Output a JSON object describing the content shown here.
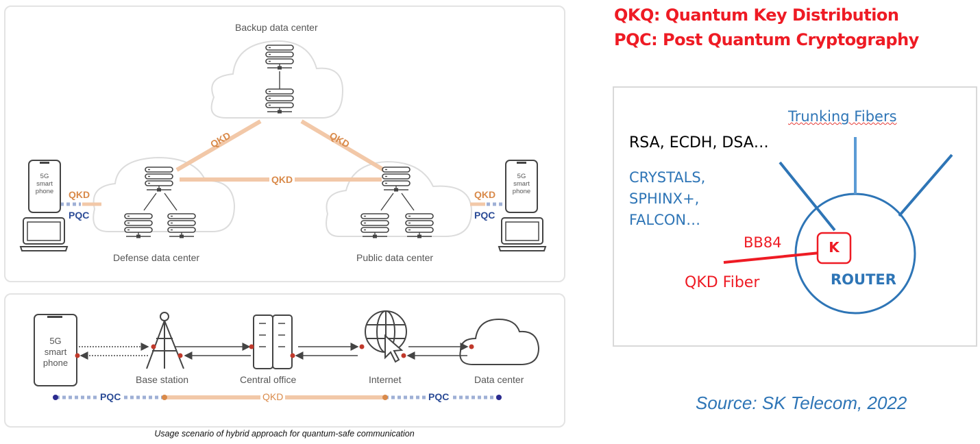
{
  "legend": {
    "line1": "QKQ: Quantum Key Distribution",
    "line2": "PQC: Post Quantum Cryptography"
  },
  "top_diagram": {
    "backup_label": "Backup data center",
    "defense_label": "Defense data center",
    "public_label": "Public data center",
    "link_labels": [
      "QKD",
      "QKD",
      "QKD"
    ],
    "left_device": {
      "phone_text": [
        "5G",
        "smart",
        "phone"
      ],
      "qkd": "QKD",
      "pqc": "PQC"
    },
    "right_device": {
      "phone_text": [
        "5G",
        "smart",
        "phone"
      ],
      "qkd": "QKD",
      "pqc": "PQC"
    }
  },
  "bottom_diagram": {
    "phone_text": [
      "5G",
      "smart",
      "phone"
    ],
    "nodes": [
      "Base station",
      "Central office",
      "Internet",
      "Data center"
    ],
    "segments": [
      "PQC",
      "QKD",
      "PQC"
    ]
  },
  "caption": "Usage scenario of hybrid approach for quantum-safe communication",
  "router_diagram": {
    "trunking_label": "Trunking Fibers",
    "classic_algos": "RSA, ECDH, DSA…",
    "pqc_algos": [
      "CRYSTALS,",
      "SPHINX+,",
      "FALCON…"
    ],
    "bb84_label": "BB84",
    "qkd_fiber_label": "QKD Fiber",
    "key_label": "K",
    "router_label": "ROUTER"
  },
  "source": "Source: SK Telecom, 2022",
  "colors": {
    "qkd_orange": "#d98a4a",
    "qkd_line": "#f2c8a8",
    "pqc_blue": "#2b4b96",
    "pqc_dots": "#9fb0d6",
    "legend_red": "#ee1b24",
    "router_blue": "#2e75b6",
    "endpoint_red": "#c0392b"
  }
}
